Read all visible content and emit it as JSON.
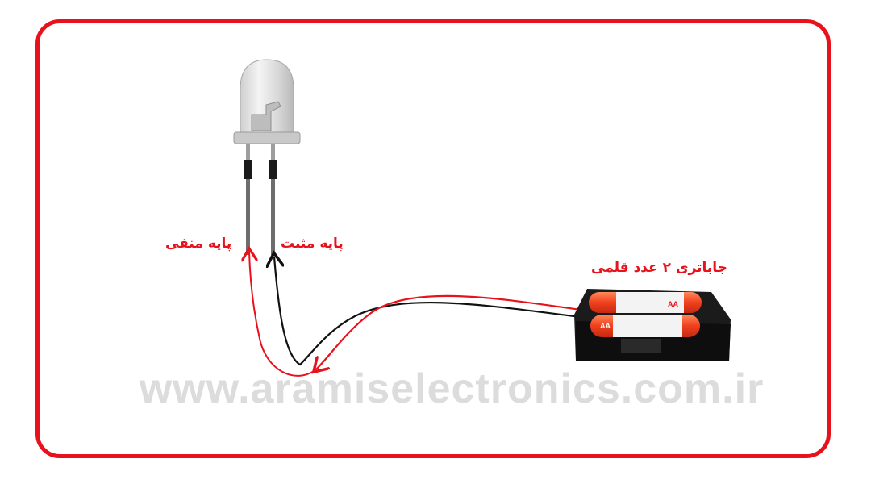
{
  "labels": {
    "negative_leg": "پایه منفی",
    "positive_leg": "پایه مثبت",
    "battery_holder": "جاباتری ۲ عدد قلمی"
  },
  "watermark": "www.aramiselectronics.com.ir",
  "battery": {
    "text": "AA"
  },
  "colors": {
    "frame": "#e8121c",
    "wire_red": "#e8121c",
    "wire_black": "#111111",
    "watermark": "#dcdcdc"
  },
  "icons": [
    "led-icon",
    "battery-holder-icon"
  ]
}
